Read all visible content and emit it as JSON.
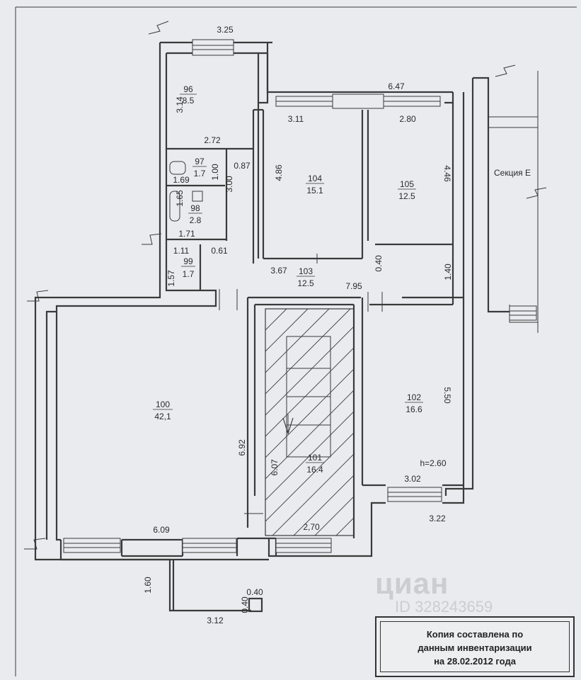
{
  "rooms": [
    {
      "id": "96",
      "area": "8.5"
    },
    {
      "id": "97",
      "area": "1.7"
    },
    {
      "id": "98",
      "area": "2.8"
    },
    {
      "id": "99",
      "area": "1.7"
    },
    {
      "id": "100",
      "area": "42,1"
    },
    {
      "id": "101",
      "area": "16.4"
    },
    {
      "id": "102",
      "area": "16.6"
    },
    {
      "id": "103",
      "area": "12.5"
    },
    {
      "id": "104",
      "area": "15.1"
    },
    {
      "id": "105",
      "area": "12.5"
    }
  ],
  "dimensions": [
    "3.25",
    "3.14",
    "2.72",
    "0.87",
    "1.00",
    "3.00",
    "1.69",
    "1.65",
    "1.71",
    "1.11",
    "0.61",
    "1.57",
    "3.11",
    "2.80",
    "6.47",
    "4.86",
    "4.46",
    "3.67",
    "0.40",
    "1.40",
    "7.95",
    "5.50",
    "6.92",
    "6.07",
    "2,70",
    "3.02",
    "3.22",
    "6.09",
    "1.60",
    "3.12",
    "0.40",
    "0.40"
  ],
  "ceiling_height": "h=2.60",
  "section_label": "Секция Е",
  "stamp": {
    "line1": "Копия составлена по",
    "line2": "данным инвентаризации",
    "line3": "на 28.02.2012 года"
  },
  "watermark": {
    "logo": "циан",
    "id": "ID 328243659"
  }
}
